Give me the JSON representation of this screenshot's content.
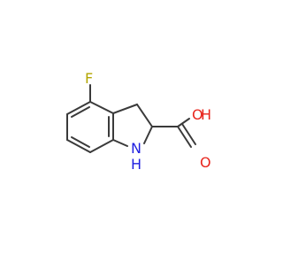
{
  "molecule": {
    "atom_labels": {
      "fluorine": "F",
      "hydroxyl_oxygen": "O",
      "hydroxyl_hydrogen": "H",
      "carbonyl_oxygen": "O",
      "ring_nitrogen": "N",
      "ring_nitrogen_hydrogen": "H"
    },
    "colors": {
      "bond": "#3a3a3a",
      "fluorine": "#b3a600",
      "oxygen": "#e8261e",
      "nitrogen": "#1f1fe0",
      "background": "#ffffff"
    }
  }
}
